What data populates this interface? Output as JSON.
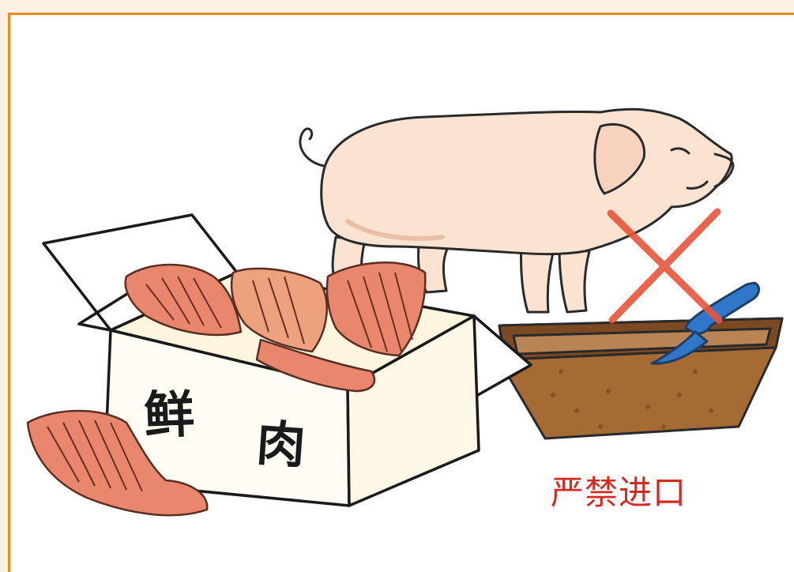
{
  "box": {
    "label_left": "鲜",
    "label_right": "肉"
  },
  "warning": {
    "text": "严禁进口"
  },
  "icons": {
    "forbidden_mark": "red-x-icon",
    "pig": "pig-illustration",
    "trough": "feeding-trough",
    "scoop": "scoop-icon",
    "meat": "pork-rib-icon"
  },
  "colors": {
    "frame_border": "#f08a1c",
    "page_bg": "#fdf1e4",
    "warning_text": "#d32b22",
    "cross": "#e8553a",
    "pig_fill": "#fbe3d2",
    "meat_fill": "#e8876e",
    "trough_fill": "#a66b35",
    "scoop_fill": "#2f77c8"
  }
}
